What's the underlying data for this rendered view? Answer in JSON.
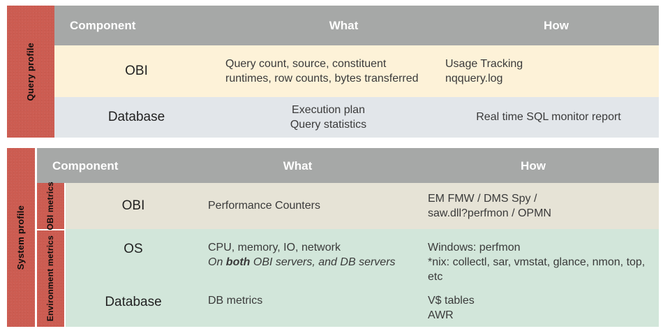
{
  "colors": {
    "group_band_red": "#cc5c51",
    "header_gray": "#a6a8a7",
    "row_cream": "#fdf2d8",
    "row_bluegray": "#e2e6ea",
    "row_beige": "#e6e3d6",
    "row_green": "#d2e6da",
    "header_text": "#ffffff",
    "body_text": "#3a3a3a"
  },
  "tables": [
    {
      "group_label": "Query profile",
      "headers": {
        "component": "Component",
        "what": "What",
        "how": "How"
      },
      "rows": [
        {
          "component": "OBI",
          "what": "Query count, source, constituent runtimes, row counts, bytes transferred",
          "how_lines": [
            "Usage Tracking",
            "nqquery.log"
          ]
        },
        {
          "component": "Database",
          "what_lines": [
            "Execution plan",
            "Query statistics"
          ],
          "how": "Real time SQL monitor report"
        }
      ]
    },
    {
      "group_label": "System profile",
      "headers": {
        "component": "Component",
        "what": "What",
        "how": "How"
      },
      "subgroups": [
        {
          "label": "OBI metrics"
        },
        {
          "label": "Environment metrics"
        }
      ],
      "rows": [
        {
          "component": "OBI",
          "what": "Performance Counters",
          "how_lines": [
            "EM FMW / DMS Spy /",
            "saw.dll?perfmon / OPMN"
          ]
        },
        {
          "component": "OS",
          "what_line1": "CPU, memory, IO, network",
          "what_line2_pre": "On ",
          "what_line2_bold": "both",
          "what_line2_post": " OBI servers, and DB servers",
          "how_lines": [
            "Windows: perfmon",
            "*nix: collectl, sar, vmstat, glance, nmon, top, etc"
          ]
        },
        {
          "component": "Database",
          "what": "DB metrics",
          "how_lines": [
            "V$ tables",
            "AWR"
          ]
        }
      ]
    }
  ]
}
